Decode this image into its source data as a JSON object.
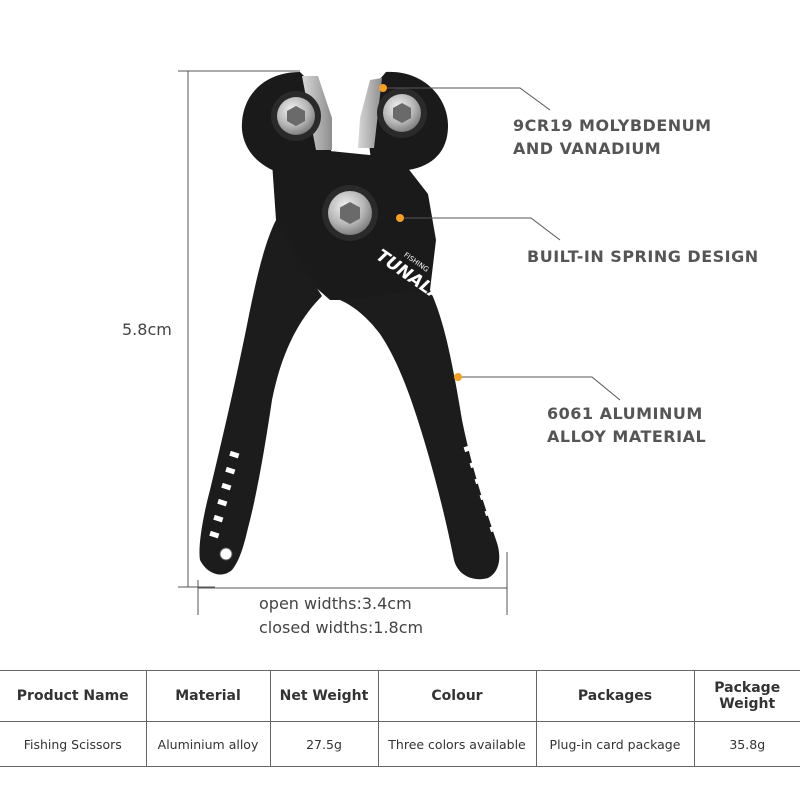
{
  "brand": {
    "logo_text": "TUNALA",
    "logo_subtext": "FISHING"
  },
  "dimensions": {
    "height": "5.8cm",
    "open_width": "open widths:3.4cm",
    "closed_width": "closed widths:1.8cm"
  },
  "callouts": [
    {
      "lines": [
        "9CR19 MOLYBDENUM",
        "AND VANADIUM"
      ]
    },
    {
      "lines": [
        "BUILT-IN SPRING DESIGN"
      ]
    },
    {
      "lines": [
        "6061 ALUMINUM",
        "ALLOY MATERIAL"
      ]
    }
  ],
  "colors": {
    "accent_dot": "#f5a020",
    "tool_body": "#1a1a1a",
    "steel": "#b8b8b8",
    "line": "#555555"
  },
  "spec_table": {
    "headers": [
      "Product Name",
      "Material",
      "Net Weight",
      "Colour",
      "Packages",
      "Package Weight"
    ],
    "row": [
      "Fishing Scissors",
      "Aluminium alloy",
      "27.5g",
      "Three colors available",
      "Plug-in card package",
      "35.8g"
    ]
  }
}
